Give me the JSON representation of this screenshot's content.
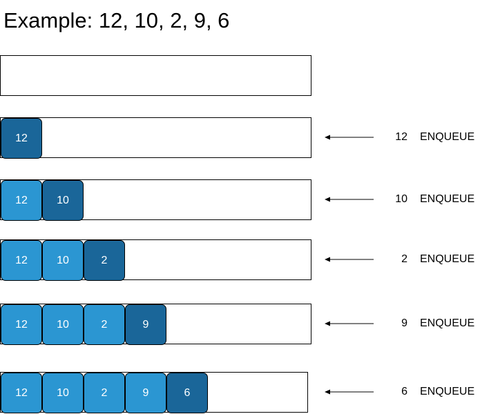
{
  "title": "Example: 12, 10, 2, 9, 6",
  "colors": {
    "cell_existing": "#2b96d2",
    "cell_new": "#1a6699"
  },
  "rows": [
    {
      "cells": [],
      "operation": null
    },
    {
      "cells": [
        "12"
      ],
      "operation": {
        "value": "12",
        "label": "ENQUEUE"
      }
    },
    {
      "cells": [
        "12",
        "10"
      ],
      "operation": {
        "value": "10",
        "label": "ENQUEUE"
      }
    },
    {
      "cells": [
        "12",
        "10",
        "2"
      ],
      "operation": {
        "value": "2",
        "label": "ENQUEUE"
      }
    },
    {
      "cells": [
        "12",
        "10",
        "2",
        "9"
      ],
      "operation": {
        "value": "9",
        "label": "ENQUEUE"
      }
    },
    {
      "cells": [
        "12",
        "10",
        "2",
        "9",
        "6"
      ],
      "operation": {
        "value": "6",
        "label": "ENQUEUE"
      }
    }
  ]
}
